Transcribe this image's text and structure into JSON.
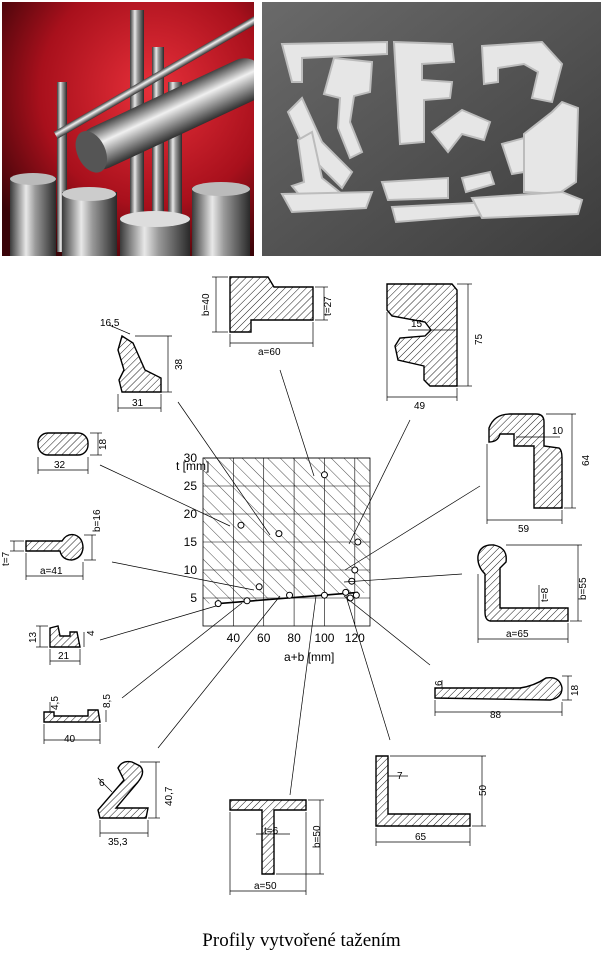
{
  "caption": "Profily vytvořené tažením",
  "axes": {
    "y_label": "t [mm]",
    "x_label": "a+b [mm]",
    "y_ticks": [
      "5",
      "10",
      "15",
      "20",
      "25",
      "30"
    ],
    "x_ticks": [
      "40",
      "60",
      "80",
      "100",
      "120"
    ]
  },
  "chart_data": {
    "type": "scatter",
    "xlabel": "a+b [mm]",
    "ylabel": "t [mm]",
    "xlim": [
      20,
      130
    ],
    "ylim": [
      0,
      30
    ],
    "points": [
      {
        "x": 30,
        "y": 4
      },
      {
        "x": 49,
        "y": 4.5
      },
      {
        "x": 57,
        "y": 7
      },
      {
        "x": 77,
        "y": 5.5
      },
      {
        "x": 70,
        "y": 16.5
      },
      {
        "x": 45,
        "y": 18
      },
      {
        "x": 100,
        "y": 27
      },
      {
        "x": 100,
        "y": 5.5
      },
      {
        "x": 114,
        "y": 6
      },
      {
        "x": 117,
        "y": 5
      },
      {
        "x": 118,
        "y": 8
      },
      {
        "x": 120,
        "y": 10
      },
      {
        "x": 122,
        "y": 15
      },
      {
        "x": 121,
        "y": 5.5
      }
    ],
    "trend_line": [
      [
        30,
        4
      ],
      [
        122,
        6
      ]
    ]
  },
  "profiles": {
    "p1": {
      "a": "a=60",
      "b": "b=40",
      "t": "t=27"
    },
    "p2": {
      "w": "16,5",
      "h": "38",
      "base": "31"
    },
    "p3": {
      "h": "75",
      "in": "15",
      "base": "49"
    },
    "p4": {
      "h": "18",
      "base": "32"
    },
    "p5": {
      "t": "10",
      "h": "64",
      "base": "59"
    },
    "p6": {
      "t": "t=7",
      "b": "b=16",
      "a": "a=41"
    },
    "p7": {
      "t": "t=8",
      "b": "b=55",
      "a": "a=65"
    },
    "p8": {
      "h": "13",
      "t": "4",
      "base": "21"
    },
    "p9": {
      "t": "6",
      "h": "18",
      "base": "88"
    },
    "p10": {
      "t": "4,5",
      "h": "8,5",
      "base": "40"
    },
    "p11": {
      "t": "6",
      "h": "40,7",
      "base": "35,3"
    },
    "p12": {
      "t": "t=6",
      "b": "b=50",
      "a": "a=50"
    },
    "p13": {
      "t": "7",
      "h": "50",
      "base": "65"
    }
  }
}
